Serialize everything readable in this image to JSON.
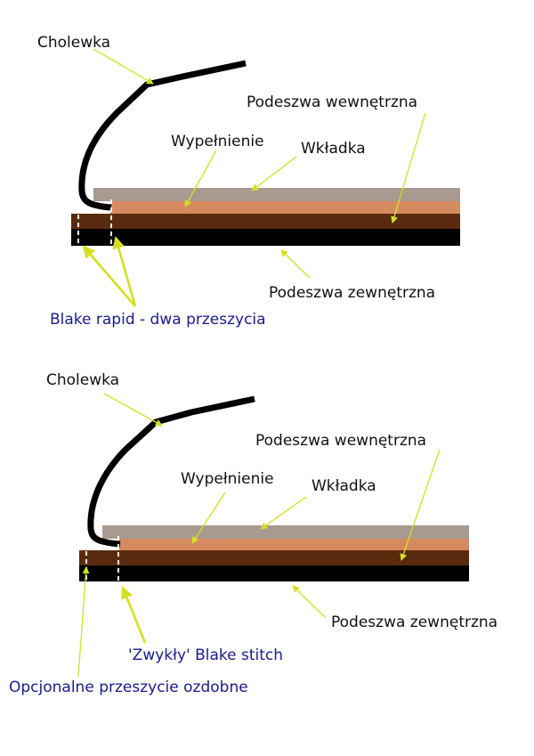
{
  "colors": {
    "upper": "#000000",
    "insole": "#a89a90",
    "filler": "#d58a60",
    "midsole": "#5a2a0f",
    "outsole": "#000000",
    "arrow": "#d4e021",
    "caption": "#1a1a8c",
    "stitch": "#ffffff"
  },
  "diagram1": {
    "upper_label": "Cholewka",
    "inner_sole_label": "Podeszwa wewnętrzna",
    "filler_label": "Wypełnienie",
    "insert_label": "Wkładka",
    "outer_sole_label": "Podeszwa zewnętrzna",
    "caption": "Blake rapid - dwa przeszycia"
  },
  "diagram2": {
    "upper_label": "Cholewka",
    "inner_sole_label": "Podeszwa wewnętrzna",
    "filler_label": "Wypełnienie",
    "insert_label": "Wkładka",
    "outer_sole_label": "Podeszwa zewnętrzna",
    "caption_main": "'Zwykły' Blake stitch",
    "caption_optional": "Opcjonalne przeszycie ozdobne"
  }
}
